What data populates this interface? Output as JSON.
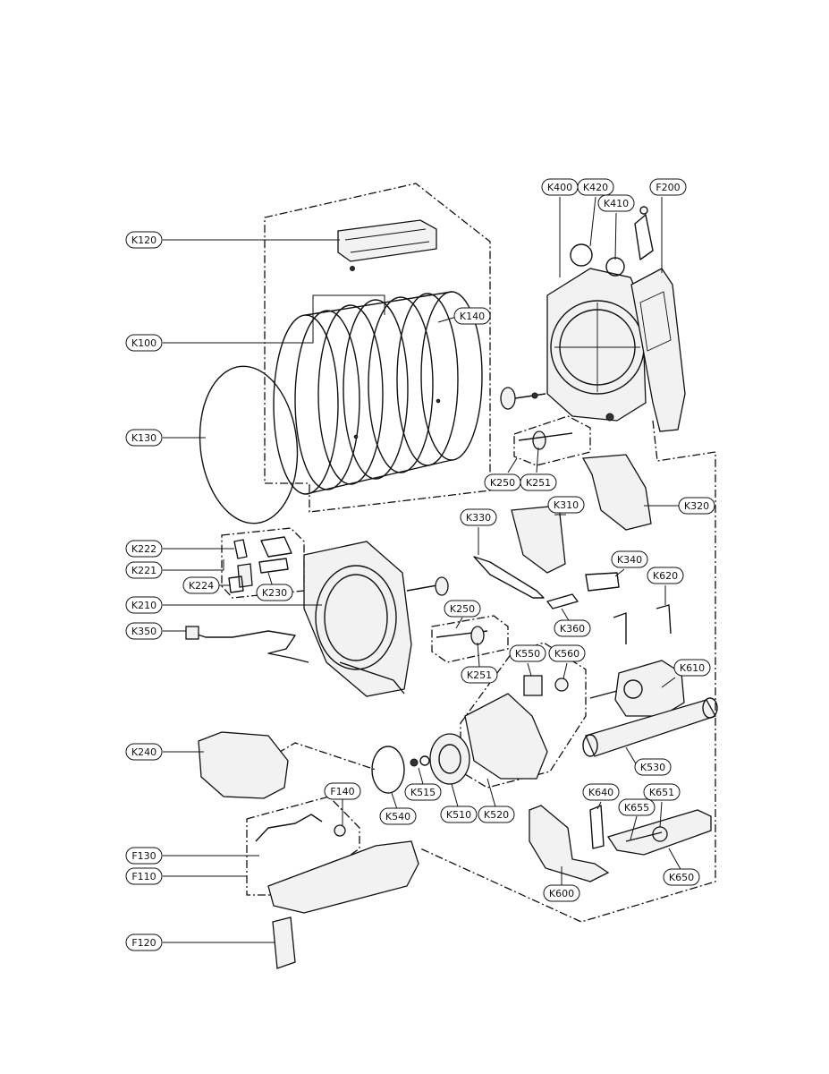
{
  "callouts": [
    {
      "id": "K120",
      "label": "K120"
    },
    {
      "id": "K100",
      "label": "K100"
    },
    {
      "id": "K130",
      "label": "K130"
    },
    {
      "id": "K140",
      "label": "K140"
    },
    {
      "id": "K222",
      "label": "K222"
    },
    {
      "id": "K221",
      "label": "K221"
    },
    {
      "id": "K224",
      "label": "K224"
    },
    {
      "id": "K230",
      "label": "K230"
    },
    {
      "id": "K210",
      "label": "K210"
    },
    {
      "id": "K350",
      "label": "K350"
    },
    {
      "id": "K240",
      "label": "K240"
    },
    {
      "id": "F140",
      "label": "F140"
    },
    {
      "id": "F130",
      "label": "F130"
    },
    {
      "id": "F110",
      "label": "F110"
    },
    {
      "id": "F120",
      "label": "F120"
    },
    {
      "id": "K400",
      "label": "K400"
    },
    {
      "id": "K420",
      "label": "K420"
    },
    {
      "id": "K410",
      "label": "K410"
    },
    {
      "id": "F200",
      "label": "F200"
    },
    {
      "id": "K250a",
      "label": "K250"
    },
    {
      "id": "K251a",
      "label": "K251"
    },
    {
      "id": "K320",
      "label": "K320"
    },
    {
      "id": "K330",
      "label": "K330"
    },
    {
      "id": "K310",
      "label": "K310"
    },
    {
      "id": "K340",
      "label": "K340"
    },
    {
      "id": "K620",
      "label": "K620"
    },
    {
      "id": "K360",
      "label": "K360"
    },
    {
      "id": "K250b",
      "label": "K250"
    },
    {
      "id": "K251b",
      "label": "K251"
    },
    {
      "id": "K550",
      "label": "K550"
    },
    {
      "id": "K560",
      "label": "K560"
    },
    {
      "id": "K610",
      "label": "K610"
    },
    {
      "id": "K530",
      "label": "K530"
    },
    {
      "id": "K515",
      "label": "K515"
    },
    {
      "id": "K540",
      "label": "K540"
    },
    {
      "id": "K510",
      "label": "K510"
    },
    {
      "id": "K520",
      "label": "K520"
    },
    {
      "id": "K640",
      "label": "K640"
    },
    {
      "id": "K651",
      "label": "K651"
    },
    {
      "id": "K655",
      "label": "K655"
    },
    {
      "id": "K650",
      "label": "K650"
    },
    {
      "id": "K600",
      "label": "K600"
    }
  ]
}
